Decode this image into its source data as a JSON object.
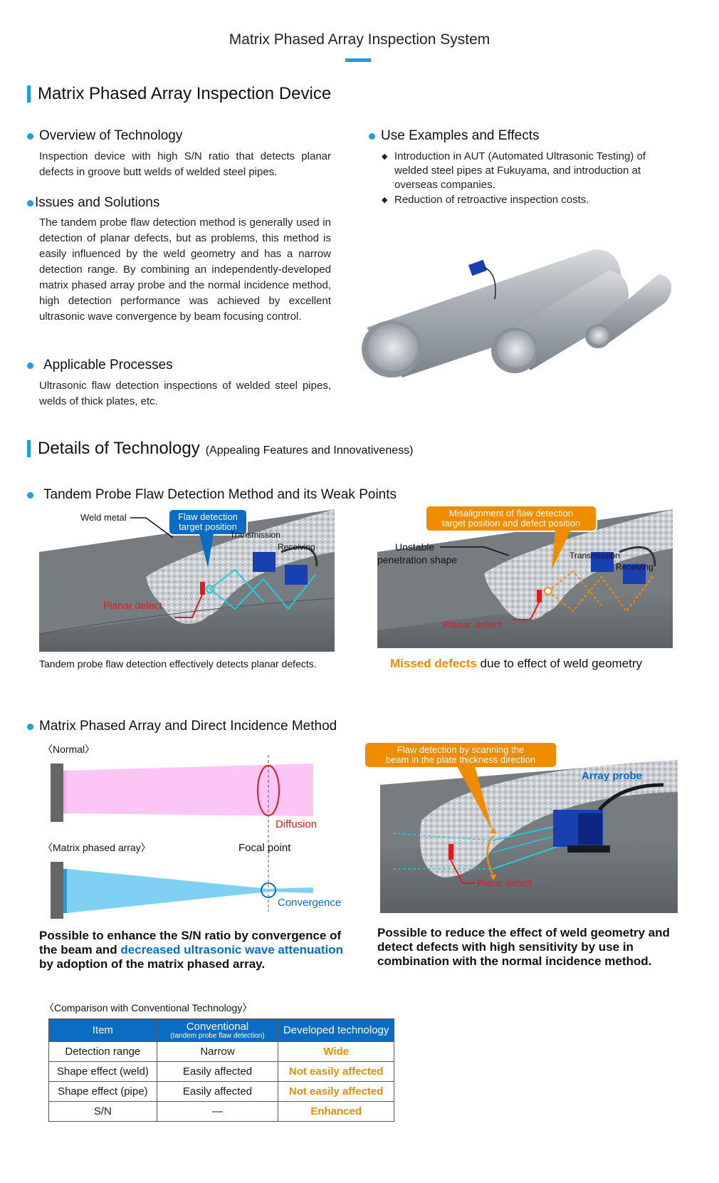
{
  "page_title": "Matrix Phased Array Inspection System",
  "section1": {
    "title": "Matrix Phased Array Inspection Device",
    "overview": {
      "heading": "Overview of Technology",
      "text": "Inspection device with high S/N ratio that detects planar defects in groove butt welds of welded steel pipes."
    },
    "issues": {
      "heading": "Issues and Solutions",
      "text": "The tandem probe flaw detection method is generally used in detection of planar defects, but as problems, this method is easily influenced by the weld geometry and has a narrow detection range. By combining an independently-developed matrix phased array probe and the normal incidence method, high detection performance was achieved by excellent ultrasonic wave convergence by beam focusing control."
    },
    "processes": {
      "heading": "Applicable Processes",
      "text": "Ultrasonic flaw detection inspections of welded steel pipes, welds of thick plates, etc."
    },
    "use_examples": {
      "heading": "Use Examples and Effects",
      "items": [
        "Introduction in AUT (Automated Ultrasonic Testing) of welded steel pipes at Fukuyama, and introduction at overseas companies.",
        "Reduction of retroactive inspection costs."
      ]
    }
  },
  "section2": {
    "title": "Details of Technology",
    "subtitle": "(Appealing Features and Innovativeness)",
    "tandem": {
      "heading": "Tandem Probe Flaw Detection Method and its Weak Points",
      "left": {
        "callout_line1": "Flaw detection",
        "callout_line2": "target position",
        "weld_metal": "Weld metal",
        "transmission": "Transmission",
        "receiving": "Receiving",
        "planar_defect": "Planar defect",
        "caption": "Tandem probe flaw detection effectively detects planar defects."
      },
      "right": {
        "callout_line1": "Misalignment of flaw detection",
        "callout_line2": "target position and defect position",
        "unstable_line1": "Unstable",
        "unstable_line2": "penetration shape",
        "transmission": "Transmission",
        "receiving": "Receiving",
        "planar_defect": "Planar defect",
        "caption_highlight": "Missed defects",
        "caption_rest": " due to effect of weld geometry"
      }
    },
    "matrix": {
      "heading": "Matrix Phased Array and Direct Incidence Method",
      "normal_label": "〈Normal〉",
      "diffusion": "Diffusion",
      "mpa_label": "〈Matrix phased array〉",
      "focal_point": "Focal point",
      "convergence": "Convergence",
      "left_text_1": "Possible to enhance the S/N ratio by convergence of the beam and ",
      "left_text_highlight": "decreased ultrasonic wave attenuation",
      "left_text_2": " by adoption of the matrix phased array.",
      "right_callout_line1": "Flaw detection by scanning the",
      "right_callout_line2": "beam in the plate thickness direction",
      "array_probe": "Array probe",
      "planar_defect": "Planar defect",
      "right_text": "Possible to reduce the effect of weld geometry and detect defects with high sensitivity by use in combination with the normal incidence method."
    },
    "comparison": {
      "title": "〈Comparison with Conventional Technology〉",
      "headers": {
        "item": "Item",
        "conventional": "Conventional",
        "conventional_sub": "(tandem probe flaw detection)",
        "developed": "Developed technology"
      },
      "rows": [
        {
          "item": "Detection range",
          "conventional": "Narrow",
          "developed": "Wide"
        },
        {
          "item": "Shape effect (weld)",
          "conventional": "Easily affected",
          "developed": "Not easily affected"
        },
        {
          "item": "Shape effect (pipe)",
          "conventional": "Easily affected",
          "developed": "Not easily affected"
        },
        {
          "item": "S/N",
          "conventional": "—",
          "developed": "Enhanced"
        }
      ]
    }
  },
  "colors": {
    "accent_blue": "#1aa0e0",
    "table_header_blue": "#0a6cc2",
    "orange": "#f08c00",
    "red": "#e01b1b",
    "cyan": "#22ccdd"
  }
}
